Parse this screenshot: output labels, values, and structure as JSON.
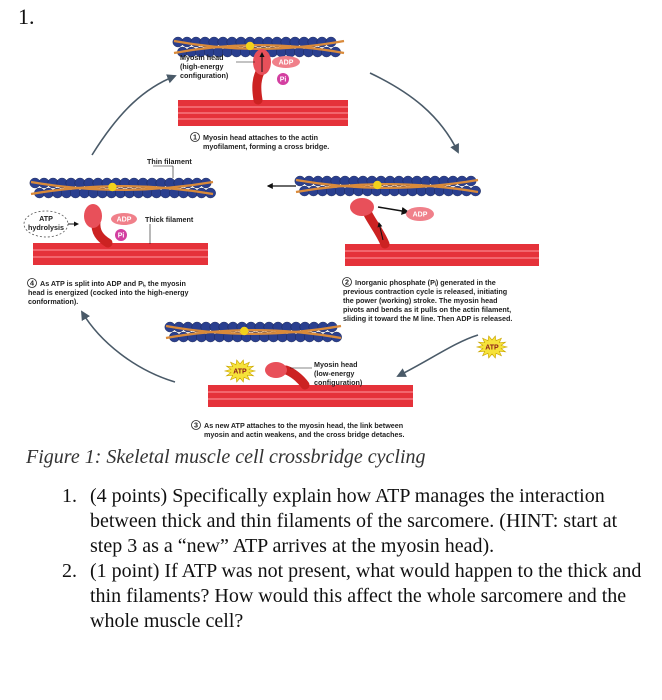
{
  "header": {
    "question_number": "1."
  },
  "figure": {
    "step1": {
      "head_label": [
        "Myosin head",
        "(high-energy",
        "configuration)"
      ],
      "adp": "ADP",
      "pi": "Pi",
      "caption": [
        "Myosin head attaches to the actin",
        "myofilament, forming a cross bridge."
      ],
      "num": "1"
    },
    "labels": {
      "thin_filament": "Thin filament",
      "thick_filament": "Thick filament"
    },
    "step2": {
      "adp": "ADP",
      "caption": [
        "Inorganic phosphate (Pᵢ) generated in the",
        "previous contraction cycle is released, initiating",
        "the power (working) stroke. The myosin head",
        "pivots and bends as it pulls on the actin filament,",
        "sliding it toward the M line. Then ADP is released."
      ],
      "num": "2"
    },
    "step3": {
      "atp_in": "ATP",
      "atp_head": "ATP",
      "head_label": [
        "Myosin head",
        "(low-energy",
        "configuration)"
      ],
      "caption": [
        "As new ATP attaches to the myosin head, the link between",
        "myosin and actin weakens, and the cross bridge detaches."
      ],
      "num": "3"
    },
    "step4": {
      "adp": "ADP",
      "pi": "Pi",
      "hydrolysis": [
        "ATP",
        "hydrolysis"
      ],
      "caption": [
        "As ATP is split into ADP and Pᵢ, the myosin",
        "head is energized (cocked into the high-energy",
        "conformation)."
      ],
      "num": "4"
    }
  },
  "caption": "Figure 1: Skeletal muscle cell crossbridge cycling",
  "questions": [
    {
      "num": "1.",
      "text": "(4 points) Specifically explain how ATP manages the interaction between thick and thin filaments of the sarcomere. (HINT: start at step 3 as a “new” ATP arrives at the myosin head)."
    },
    {
      "num": "2.",
      "text": "(1 point) If ATP was not present, what would happen to the thick and thin filaments? How would this affect the whole sarcomere and the whole muscle cell?"
    }
  ],
  "colors": {
    "actin": "#2a3f8f",
    "tropomyosin": "#d98a3a",
    "thick": "#e5323a",
    "myosin": "#e8505a",
    "adp": "#f0808a",
    "pi": "#d33fa0",
    "atp": "#f6e23a"
  }
}
